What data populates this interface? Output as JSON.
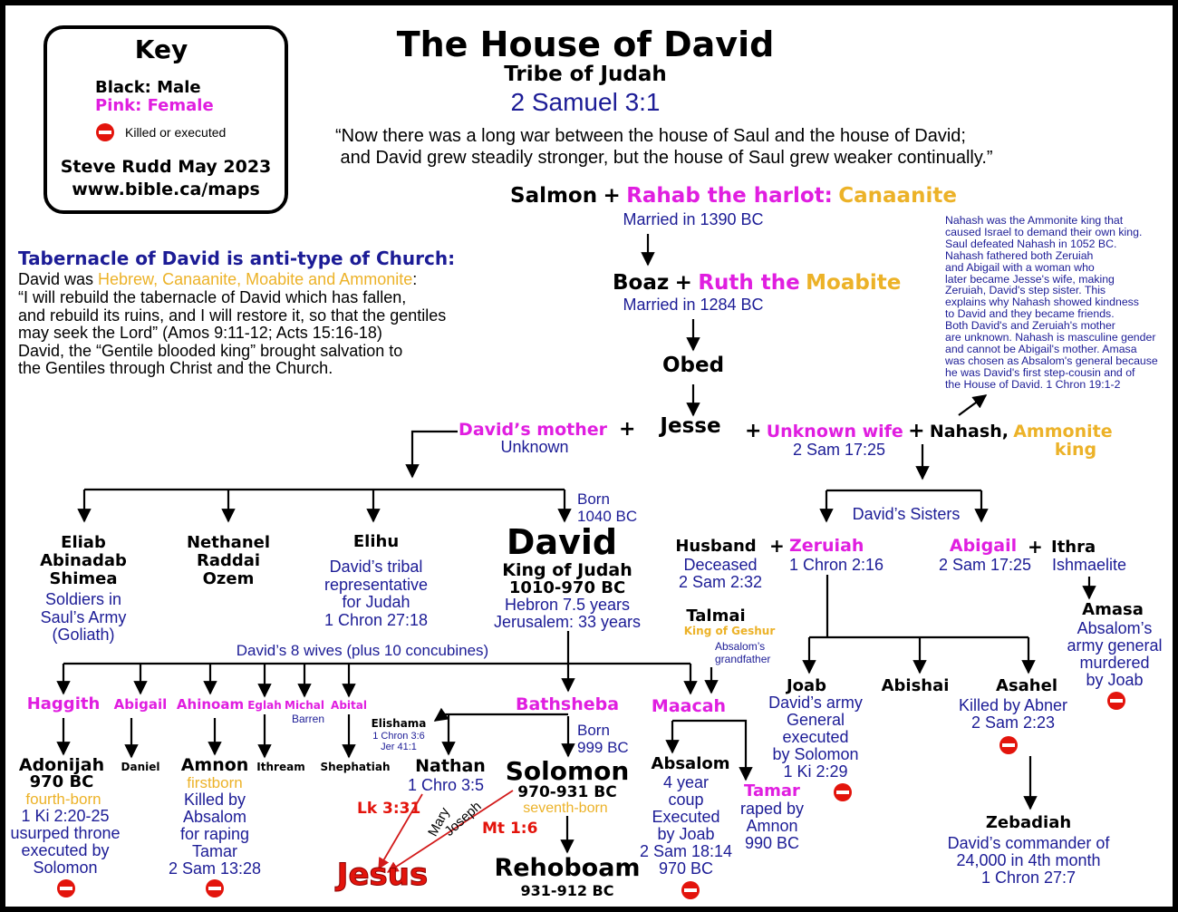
{
  "key": {
    "title": "Key",
    "male": "Black: Male",
    "female": "Pink: Female",
    "killed": "Killed or executed",
    "author": "Steve Rudd May 2023",
    "url": "www.bible.ca/maps"
  },
  "header": {
    "title": "The House of David",
    "subtitle": "Tribe of Judah",
    "reference": "2 Samuel 3:1",
    "quote": "“Now there was a long war between the house of Saul and the house of David;\n and David grew steadily stronger, but the house of Saul grew weaker continually.”"
  },
  "tabernacle": {
    "heading": "Tabernacle of David is anti-type of Church:",
    "line1_pre": "David was ",
    "line1_nations": "Hebrew, Canaanite, Moabite and Ammonite",
    "line1_post": ":",
    "body": "“I will rebuild the tabernacle of David which has fallen,\nand rebuild its ruins, and I will restore it, so that the gentiles\nmay seek the Lord” (Amos 9:11-12; Acts 15:16-18)\nDavid, the “Gentile blooded king” brought salvation to\nthe Gentiles through Christ and the Church."
  },
  "nahash_note": "Nahash was the Ammonite king that\ncaused Israel to demand their own king.\nSaul defeated Nahash in 1052 BC.\nNahash fathered both Zeruiah\nand Abigail with a woman who\nlater became Jesse's wife, making\nZeruiah, David's step sister. This\nexplains why Nahash showed kindness\nto David and they became friends.\nBoth David's and Zeruiah's mother\nare unknown. Nahash is masculine gender\nand cannot be Abigail's mother. Amasa\nwas chosen as Absalom's general because\nhe was David's first step-cousin and of\nthe House of David. 1 Chron 19:1-2",
  "plus": "+",
  "salmon": {
    "name": "Salmon",
    "wife": "Rahab the harlot:",
    "nation": "Canaanite",
    "married": "Married in 1390 BC"
  },
  "boaz": {
    "name": "Boaz",
    "wife": "Ruth the",
    "nation": "Moabite",
    "married": "Married in 1284 BC"
  },
  "obed": "Obed",
  "jesse": {
    "name": "Jesse",
    "mother": "David’s mother",
    "mother_note": "Unknown",
    "wife2": "Unknown wife",
    "wife2_ref": "2 Sam 17:25",
    "nahash": "Nahash,",
    "nahash_nation": "Ammonite",
    "nahash_title": "king"
  },
  "sisters_label": "David’s Sisters",
  "brothers": [
    {
      "names": "Eliab\nAbinadab\nShimea",
      "note": "Soldiers in\nSaul’s Army\n(Goliath)"
    },
    {
      "names": "Nethanel\nRaddai\nOzem"
    },
    {
      "names": "Elihu",
      "note": "David’s tribal\nrepresentative\nfor Judah\n1 Chron 27:18"
    }
  ],
  "david": {
    "name": "David",
    "born": "Born\n1040 BC",
    "title": "King of Judah",
    "reign": "1010-970 BC",
    "hebron": "Hebron 7.5 years",
    "jerusalem": "Jerusalem: 33 years",
    "wives_label": "David’s 8 wives (plus 10 concubines)"
  },
  "zeruiah": {
    "husband": "Husband",
    "husband_note": "Deceased\n2 Sam 2:32",
    "name": "Zeruiah",
    "ref": "1 Chron 2:16"
  },
  "abigail_sister": {
    "name": "Abigail",
    "ref": "2 Sam 17:25",
    "husband": "Ithra",
    "husband_note": "Ishmaelite"
  },
  "amasa": {
    "name": "Amasa",
    "note": "Absalom’s\narmy general\nmurdered\nby Joab"
  },
  "talmai": {
    "name": "Talmai",
    "title": "King of Geshur",
    "note": "Absalom’s\ngrandfather"
  },
  "zeruiah_sons": [
    {
      "name": "Joab",
      "note": "David’s army\nGeneral\nexecuted\nby Solomon\n1 Ki 2:29"
    },
    {
      "name": "Abishai"
    },
    {
      "name": "Asahel",
      "note": "Killed by Abner\n2 Sam 2:23"
    }
  ],
  "zebadiah": {
    "name": "Zebadiah",
    "note": "David’s commander of\n24,000 in 4th month\n1 Chron 27:7"
  },
  "wives": [
    "Haggith",
    "Abigail",
    "Ahinoam",
    "Eglah",
    "Michal",
    "Abital",
    "Bathsheba",
    "Maacah"
  ],
  "michal_note": "Barren",
  "elishama": {
    "name": "Elishama",
    "ref": "1 Chron 3:6\nJer 41:1"
  },
  "sons": {
    "adonijah": {
      "name": "Adonijah",
      "date": "970 BC",
      "order": "fourth-born",
      "note": "1 Ki 2:20-25\nusurped throne\nexecuted by\nSolomon"
    },
    "daniel": "Daniel",
    "amnon": {
      "name": "Amnon",
      "order": "firstborn",
      "note": "Killed by\nAbsalom\nfor raping\nTamar\n2 Sam 13:28"
    },
    "ithream": "Ithream",
    "shephatiah": "Shephatiah",
    "nathan": {
      "name": "Nathan",
      "ref": "1 Chro 3:5"
    },
    "solomon": {
      "name": "Solomon",
      "born": "Born\n999 BC",
      "reign": "970-931 BC",
      "order": "seventh-born"
    },
    "absalom": {
      "name": "Absalom",
      "note": "4 year\ncoup\nExecuted\nby Joab\n2 Sam 18:14\n970 BC"
    },
    "tamar": {
      "name": "Tamar",
      "note": "raped by\nAmnon\n990 BC"
    }
  },
  "rehoboam": {
    "name": "Rehoboam",
    "reign": "931-912 BC"
  },
  "jesus": {
    "name": "Jesus",
    "luke": "Lk 3:31",
    "matthew": "Mt 1:6",
    "mary": "Mary",
    "joseph": "Joseph"
  },
  "colors": {
    "blue": "#1c1c96",
    "pink": "#e01ee0",
    "gold": "#ecb228",
    "red": "#e3140c"
  }
}
